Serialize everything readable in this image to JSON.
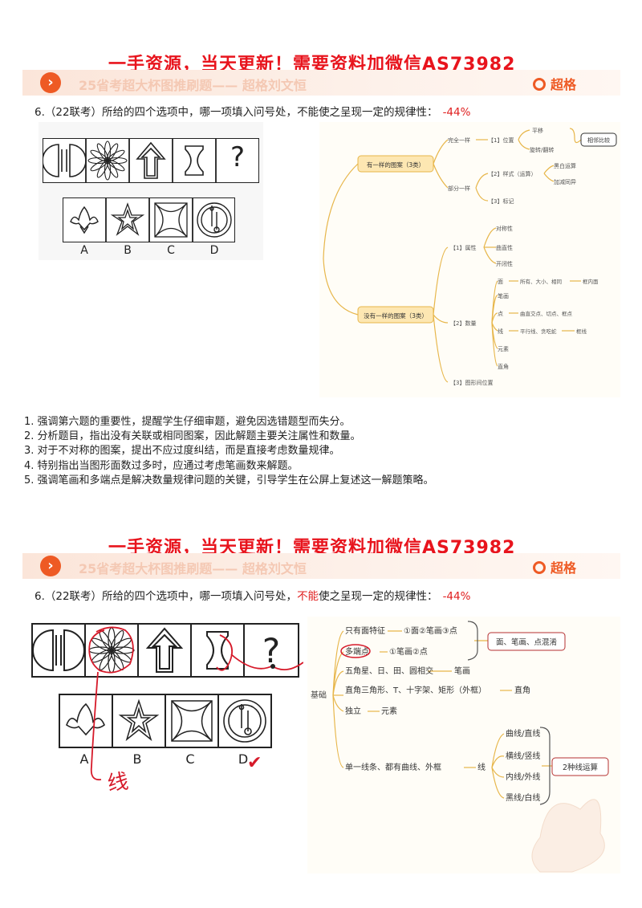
{
  "header": {
    "promo": "一手资源，当天更新！需要资料加微信AS73982",
    "banner_title": "25省考超大杯图推刷题—— 超格刘文恒",
    "logo": "超格",
    "accent": "#ee5a24",
    "promo_color": "#e8141d"
  },
  "question": {
    "prefix": "6.（22联考）所给的四个选项中，哪一项填入问号处，",
    "negation": "不能",
    "suffix": "使之呈现一定的规律性：",
    "stat": "-44%",
    "question_mark": "?",
    "options": [
      "A",
      "B",
      "C",
      "D"
    ]
  },
  "mindmap1": {
    "branch_same": "有一样的图案（3类）",
    "same_full": "完全一样",
    "same_position": "【1】位置",
    "translate": "平移",
    "rotate_flip": "旋转/翻转",
    "compare": "相邻比较",
    "same_partial": "部分一样",
    "style": "【2】样式（运算）",
    "black_white": "黑白运算",
    "add_cancel": "加减同异",
    "mark": "【3】标记",
    "branch_none": "没有一样的图案（3类）",
    "attr": "【1】属性",
    "symmetry": "对称性",
    "curvature": "曲直性",
    "openness": "开闭性",
    "count": "【2】数量",
    "face": "面",
    "face_note": "所有、大小、相同",
    "frame_inside": "框内面",
    "stroke": "笔画",
    "point": "点",
    "point_note": "曲直交点、切点、框点",
    "line": "线",
    "line_note": "平行线、贪吃蛇",
    "frame_line": "框线",
    "element": "元素",
    "right_angle": "直角",
    "position": "【3】图形间位置"
  },
  "notes": [
    "1. 强调第六题的重要性，提醒学生仔细审题，避免因选错题型而失分。",
    "2. 分析题目，指出没有关联或相同图案，因此解题主要关注属性和数量。",
    "3. 对于不对称的图案，提出不应过度纠结，而是直接考虑数量规律。",
    "4. 特别指出当图形面数过多时，应通过考虑笔画数来解题。",
    "5. 强调笔画和多端点是解决数量规律问题的关键，引导学生在公屏上复述这一解题策略。"
  ],
  "mindmap2": {
    "root": "基础",
    "face_only": "只有面特征",
    "face_only_note": "①面②笔画③点",
    "multi_end": "多端点",
    "multi_end_note": "①笔画②点",
    "mixed": "面、笔画、点混淆",
    "star": "五角星、日、田、圆相交",
    "stroke": "笔画",
    "right_tri": "直角三角形、T、十字架、矩形（外框）",
    "right_angle": "直角",
    "independent": "独立",
    "element": "元素",
    "single_line": "单一线条、都有曲线、外框",
    "line": "线",
    "curve_straight": "曲线/直线",
    "h_v": "横线/竖线",
    "in_out": "内线/外线",
    "black_white": "黑线/白线",
    "two_line_op": "2种线运算"
  },
  "handwriting": {
    "annotation": "线",
    "checkmark": "✔"
  }
}
